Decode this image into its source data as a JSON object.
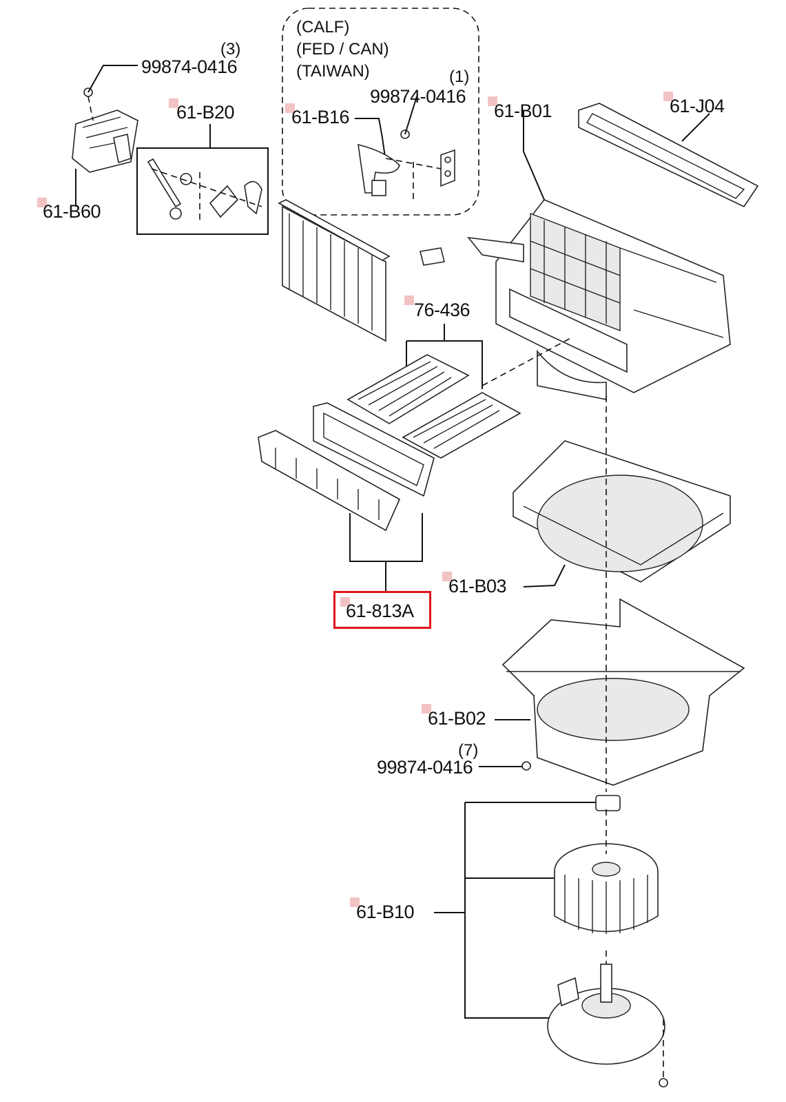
{
  "region_note": {
    "line1": "(CALF)",
    "line2": "(FED / CAN)",
    "line3": "(TAIWAN)"
  },
  "callouts": {
    "screw_top_left": {
      "part": "99874-0416",
      "qty": "(3)"
    },
    "screw_inset": {
      "part": "99874-0416",
      "qty": "(1)"
    },
    "screw_lower": {
      "part": "99874-0416",
      "qty": "(7)"
    },
    "b20": "61-B20",
    "b60": "61-B60",
    "b16": "61-B16",
    "b01": "61-B01",
    "j04": "61-J04",
    "f436": "76-436",
    "b03": "61-B03",
    "a813": "61-813A",
    "b02": "61-B02",
    "b10": "61-B10"
  },
  "highlight": {
    "label": "61-813A",
    "color": "#e0141b"
  },
  "marker_color": "#f3c3c3"
}
